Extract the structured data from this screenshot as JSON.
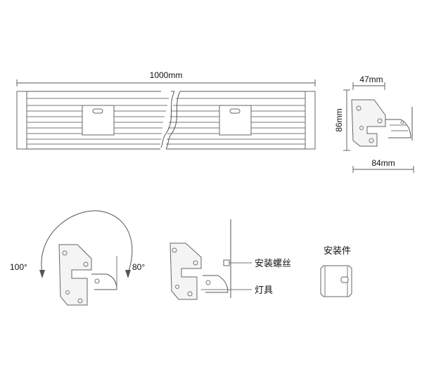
{
  "labels": {
    "length": "1000mm",
    "depth": "47mm",
    "height": "86mm",
    "width": "84mm",
    "angle_left": "100°",
    "angle_right": "80°",
    "screw": "安装螺丝",
    "lamp": "灯具",
    "bracket": "安装件"
  }
}
